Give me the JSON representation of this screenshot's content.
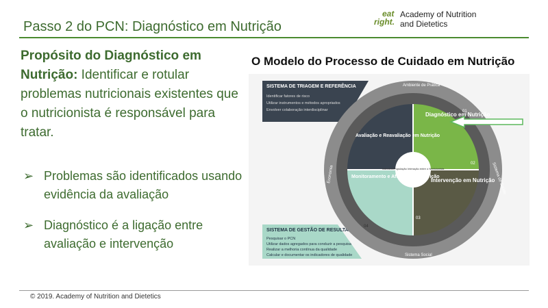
{
  "header": {
    "title": "Passo 2 do PCN: Diagnóstico em Nutrição",
    "logo_eat": "eat",
    "logo_right": "right.",
    "logo_line1": "Academy of Nutrition",
    "logo_line2": "and Dietetics"
  },
  "purpose": {
    "label": "Propósito do Diagnóstico em Nutrição:",
    "text": " Identificar e rotular problemas nutricionais existentes que o nutricionista é responsável para tratar."
  },
  "bullets": [
    {
      "marker": "➢",
      "text": "Problemas são identificados usando evidência da avaliação"
    },
    {
      "marker": "➢",
      "text": "Diagnóstico é a ligação entre avaliação e intervenção"
    }
  ],
  "diagram": {
    "title": "O Modelo do Processo de Cuidado em Nutrição",
    "screening_title": "SISTEMA DE TRIAGEM E REFERÊNCIA",
    "screening_items": [
      "Identificar fatores de risco",
      "Utilizar instrumentos e métodos apropriados",
      "Envolver colaboração interdisciplinar"
    ],
    "outcomes_title": "SISTEMA DE GESTÃO DE RESULTADOS",
    "outcomes_items": [
      "Pesquisar o PCN",
      "Utilizar dados agregados para conduzir a pesquisa",
      "Realizar a melhoria contínua da qualidade",
      "Calcular e documentar os indicadores de qualidade"
    ],
    "q1_title": "Diagnóstico em Nutrição",
    "q1_num": "01",
    "q2_title": "Intervenção em Nutrição",
    "q2_num": "02",
    "q3_num": "03",
    "q4_title": "Monitoramento e Aferição em Nutrição",
    "q4_num": "04",
    "assess_title": "Avaliação e Reavaliação em Nutrição",
    "center": "Indivíduo/População Interação entre o Nutricionista",
    "ring_labels": [
      "Ambiente de Prática",
      "Sistema de Saúde",
      "Sistema Social",
      "Economia"
    ],
    "colors": {
      "dark": "#3a4450",
      "green": "#7ab648",
      "olive": "#5a5a45",
      "teal": "#a9d8c8",
      "ring_outer": "#8c8c8c",
      "ring_inner": "#5a5a5a"
    }
  },
  "footer": {
    "copyright": "© 2019. Academy of Nutrition and Dietetics"
  }
}
